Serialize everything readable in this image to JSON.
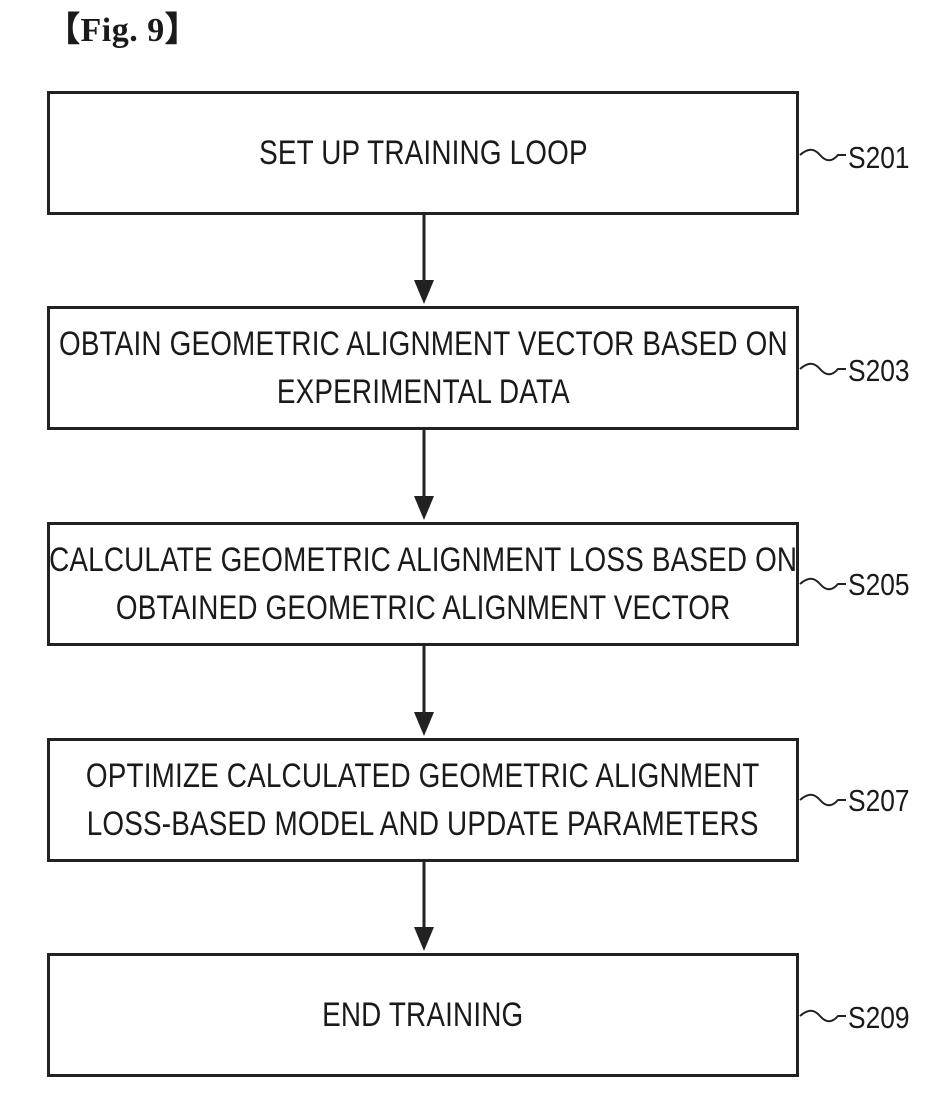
{
  "figure": {
    "title": "【Fig. 9】"
  },
  "steps": [
    {
      "ref": "S201",
      "lines": [
        "SET UP TRAINING LOOP"
      ]
    },
    {
      "ref": "S203",
      "lines": [
        "OBTAIN GEOMETRIC ALIGNMENT VECTOR BASED ON",
        "EXPERIMENTAL DATA"
      ]
    },
    {
      "ref": "S205",
      "lines": [
        "CALCULATE GEOMETRIC ALIGNMENT LOSS BASED ON",
        "OBTAINED GEOMETRIC ALIGNMENT VECTOR"
      ]
    },
    {
      "ref": "S207",
      "lines": [
        "OPTIMIZE CALCULATED GEOMETRIC ALIGNMENT",
        "LOSS-BASED MODEL AND UPDATE PARAMETERS"
      ]
    },
    {
      "ref": "S209",
      "lines": [
        "END TRAINING"
      ]
    }
  ]
}
